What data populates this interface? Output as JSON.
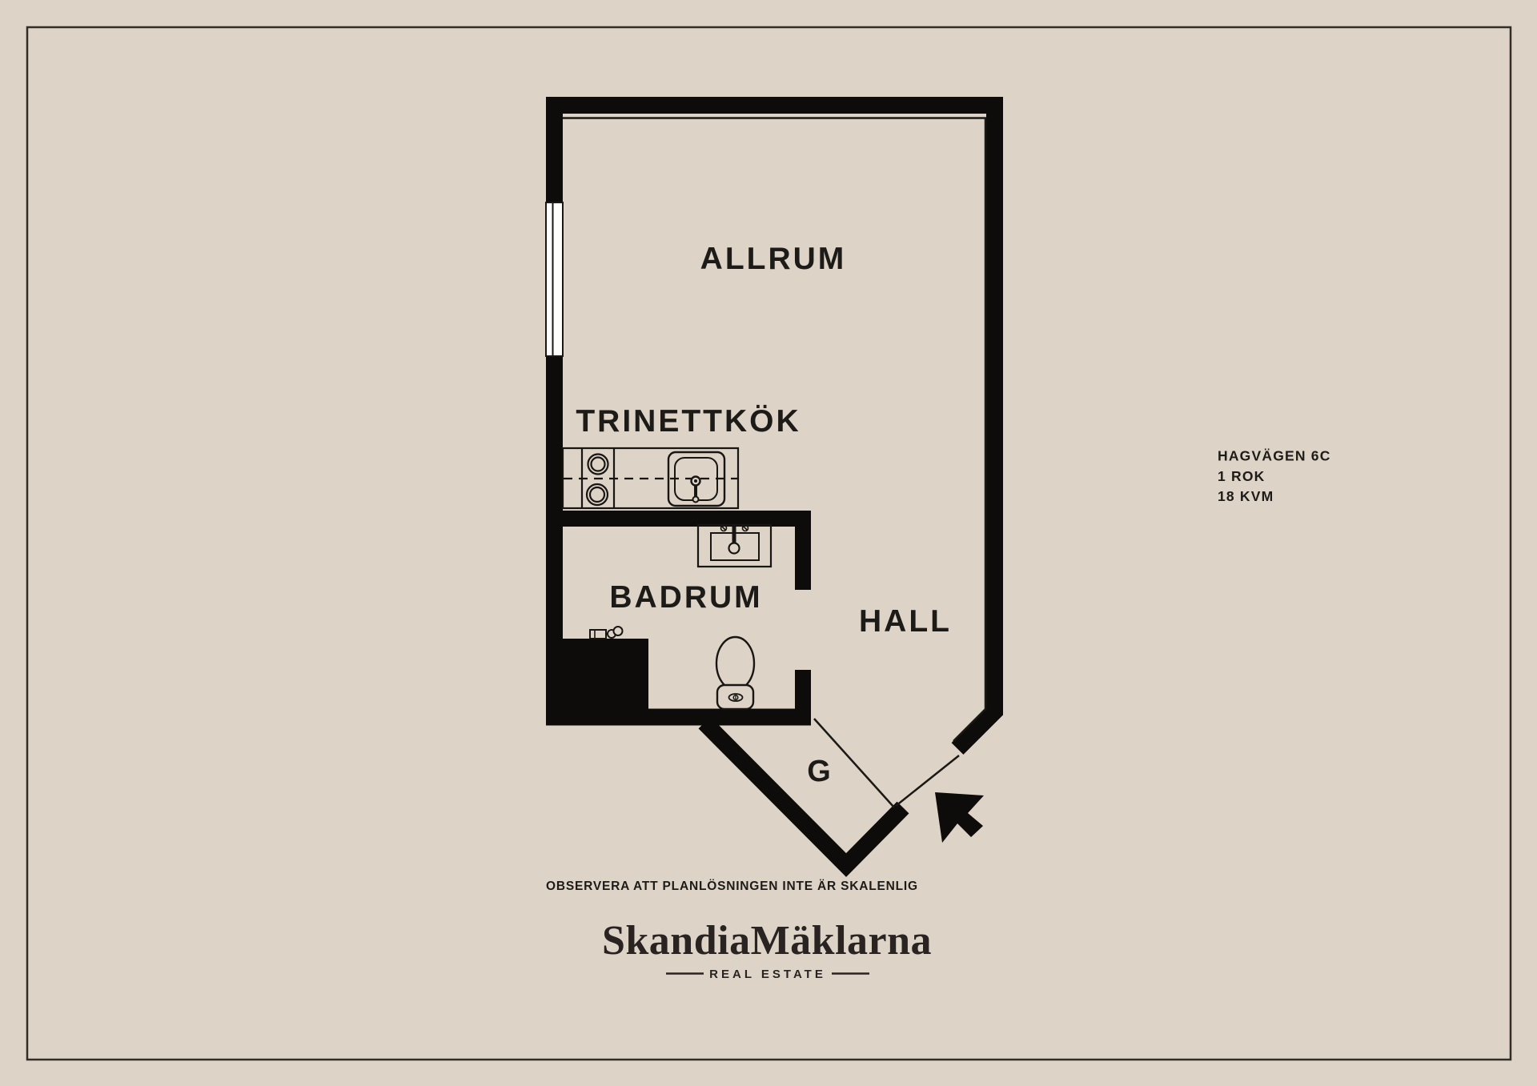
{
  "page": {
    "background_color": "#ddd3c7",
    "wall_color": "#0d0c0a",
    "text_color": "#1d1b18",
    "frame_border_color": "#332d27",
    "window_fill_color": "#ffffff"
  },
  "floorplan": {
    "room_labels": {
      "living": "ALLRUM",
      "kitchen": "TRINETTKÖK",
      "bathroom": "BADRUM",
      "hall": "HALL",
      "closet": "G"
    },
    "info_block": {
      "address": "HAGVÄGEN 6C",
      "layout": "1 ROK",
      "area": "18 KVM"
    },
    "disclaimer": "OBSERVERA ATT PLANLÖSNINGEN INTE ÄR SKALENLIG"
  },
  "branding": {
    "logo_text": "SkandiaMäklarna",
    "tagline": "REAL ESTATE"
  }
}
